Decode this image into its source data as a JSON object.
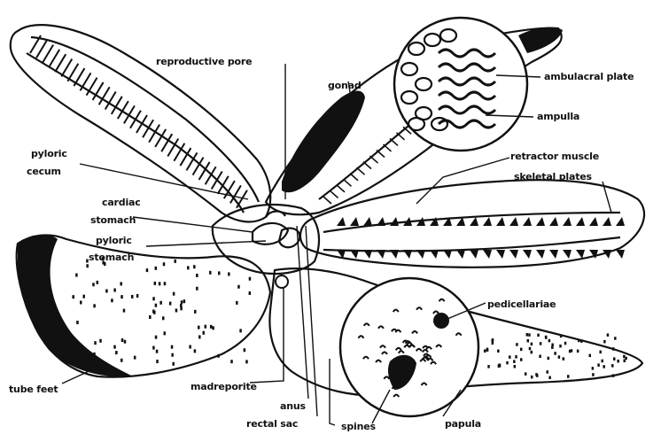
{
  "labels": {
    "reproductive_pore": "reproductive pore",
    "gonad": "gonad",
    "ambulacral_plate": "ambulacral plate",
    "ampulla": "ampulla",
    "pyloric_cecum_line1": "pyloric",
    "pyloric_cecum_line2": "cecum",
    "retractor_muscle": "retractor muscle",
    "skeletal_plates": "skeletal plates",
    "cardiac_stomach_line1": "cardiac",
    "cardiac_stomach_line2": "stomach",
    "pyloric_stomach_line1": "pyloric",
    "pyloric_stomach_line2": "stomach",
    "pedicellariae": "pedicellariae",
    "tube_feet": "tube feet",
    "madreporite": "madreporite",
    "anus": "anus",
    "rectal_sac": "rectal sac",
    "spines": "spines",
    "papula": "papula"
  },
  "colors": {
    "ink": "#111111",
    "paper": "#ffffff"
  }
}
